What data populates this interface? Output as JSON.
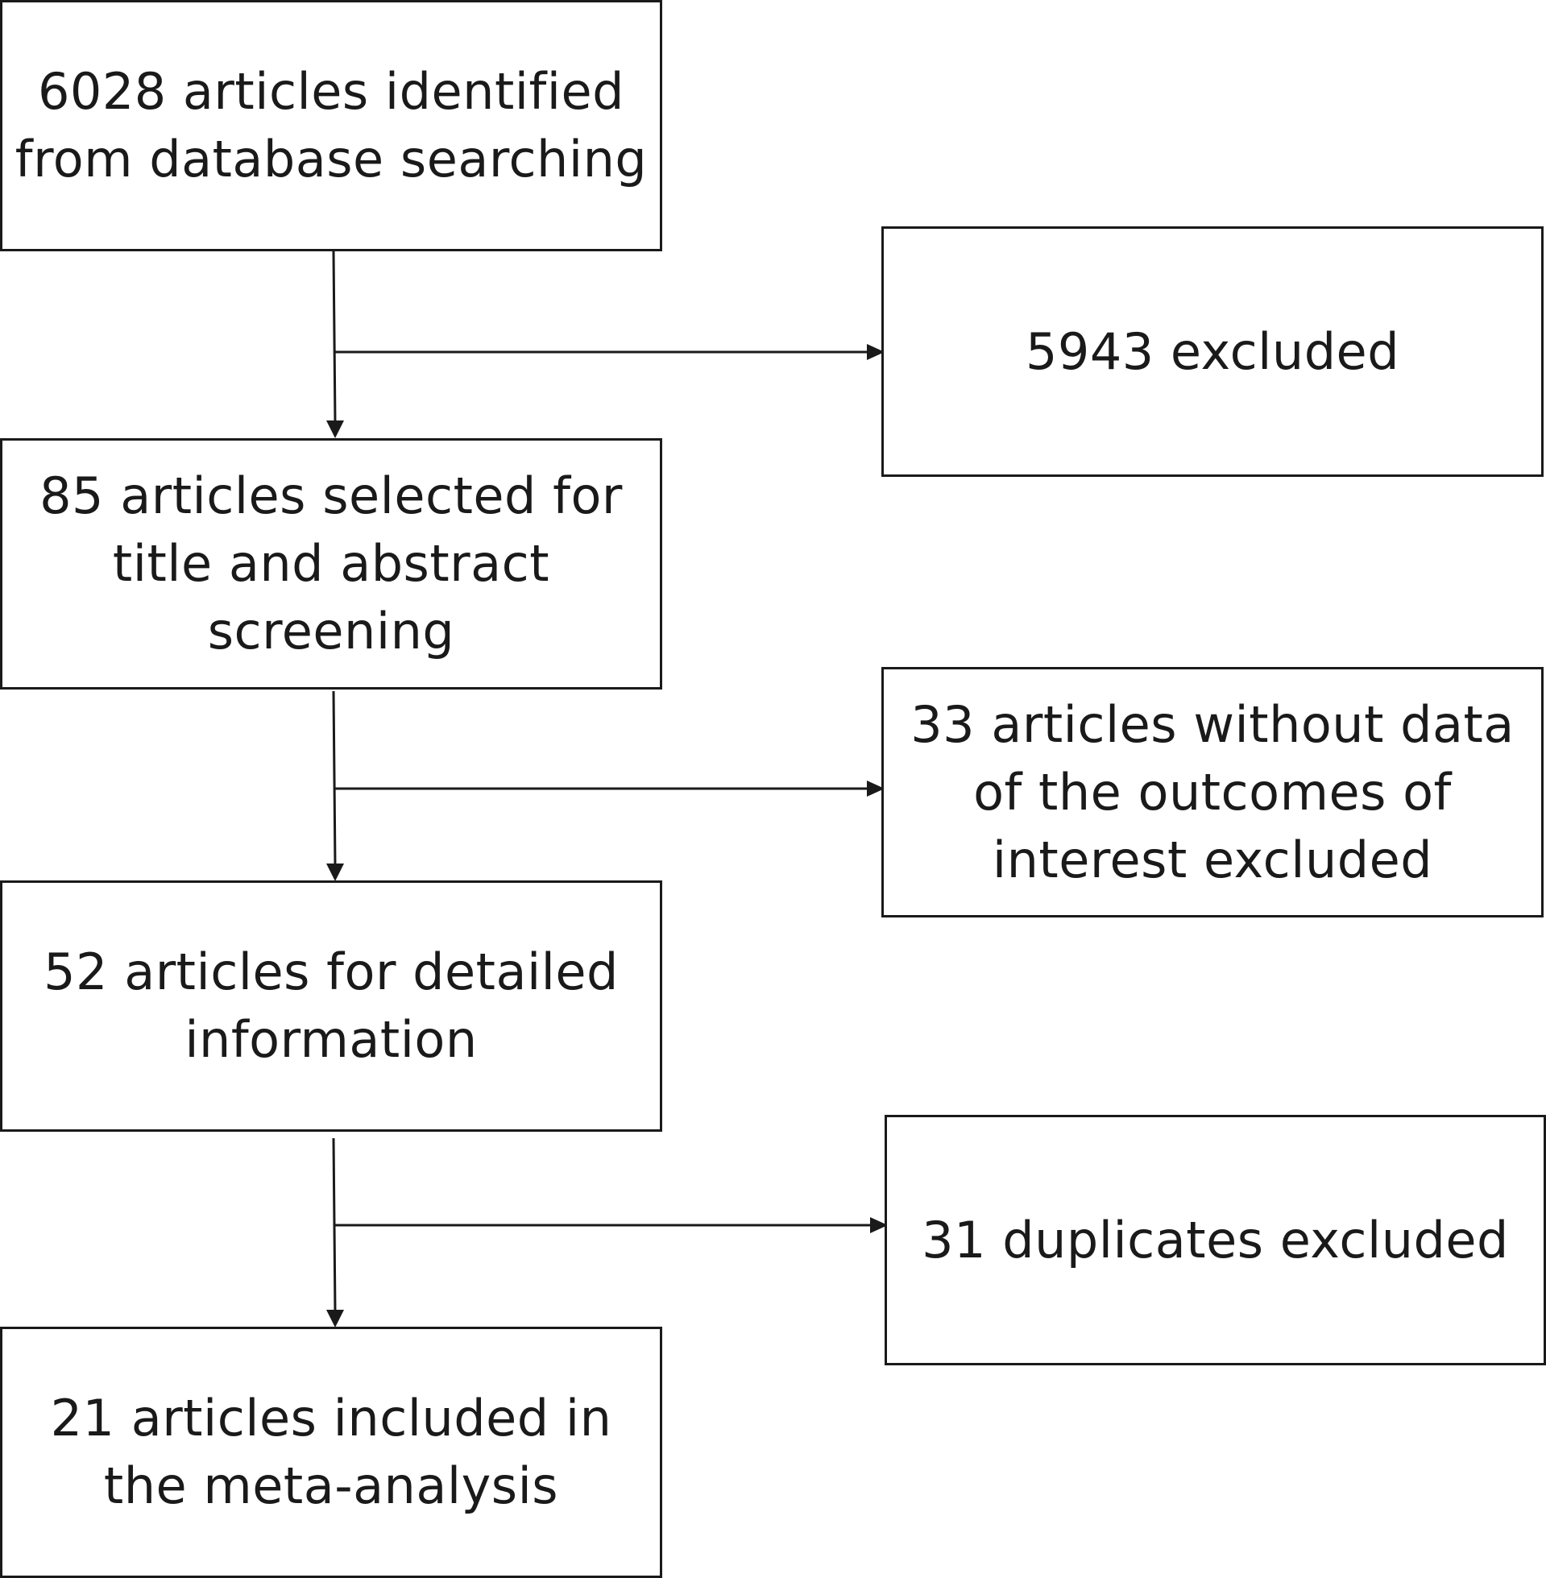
{
  "flow": {
    "steps": [
      "6028 articles  identified\nfrom database searching",
      "85 articles selected for\ntitle and abstract\nscreening",
      "52  articles for detailed\ninformation",
      "21 articles included in\nthe meta-analysis"
    ],
    "exclusions": [
      "5943 excluded",
      "33 articles without data\nof the outcomes of\ninterest excluded",
      "31 duplicates excluded"
    ]
  },
  "colors": {
    "line": "#1a1a1a",
    "box_border": "#1a1a1a",
    "background": "#ffffff"
  }
}
